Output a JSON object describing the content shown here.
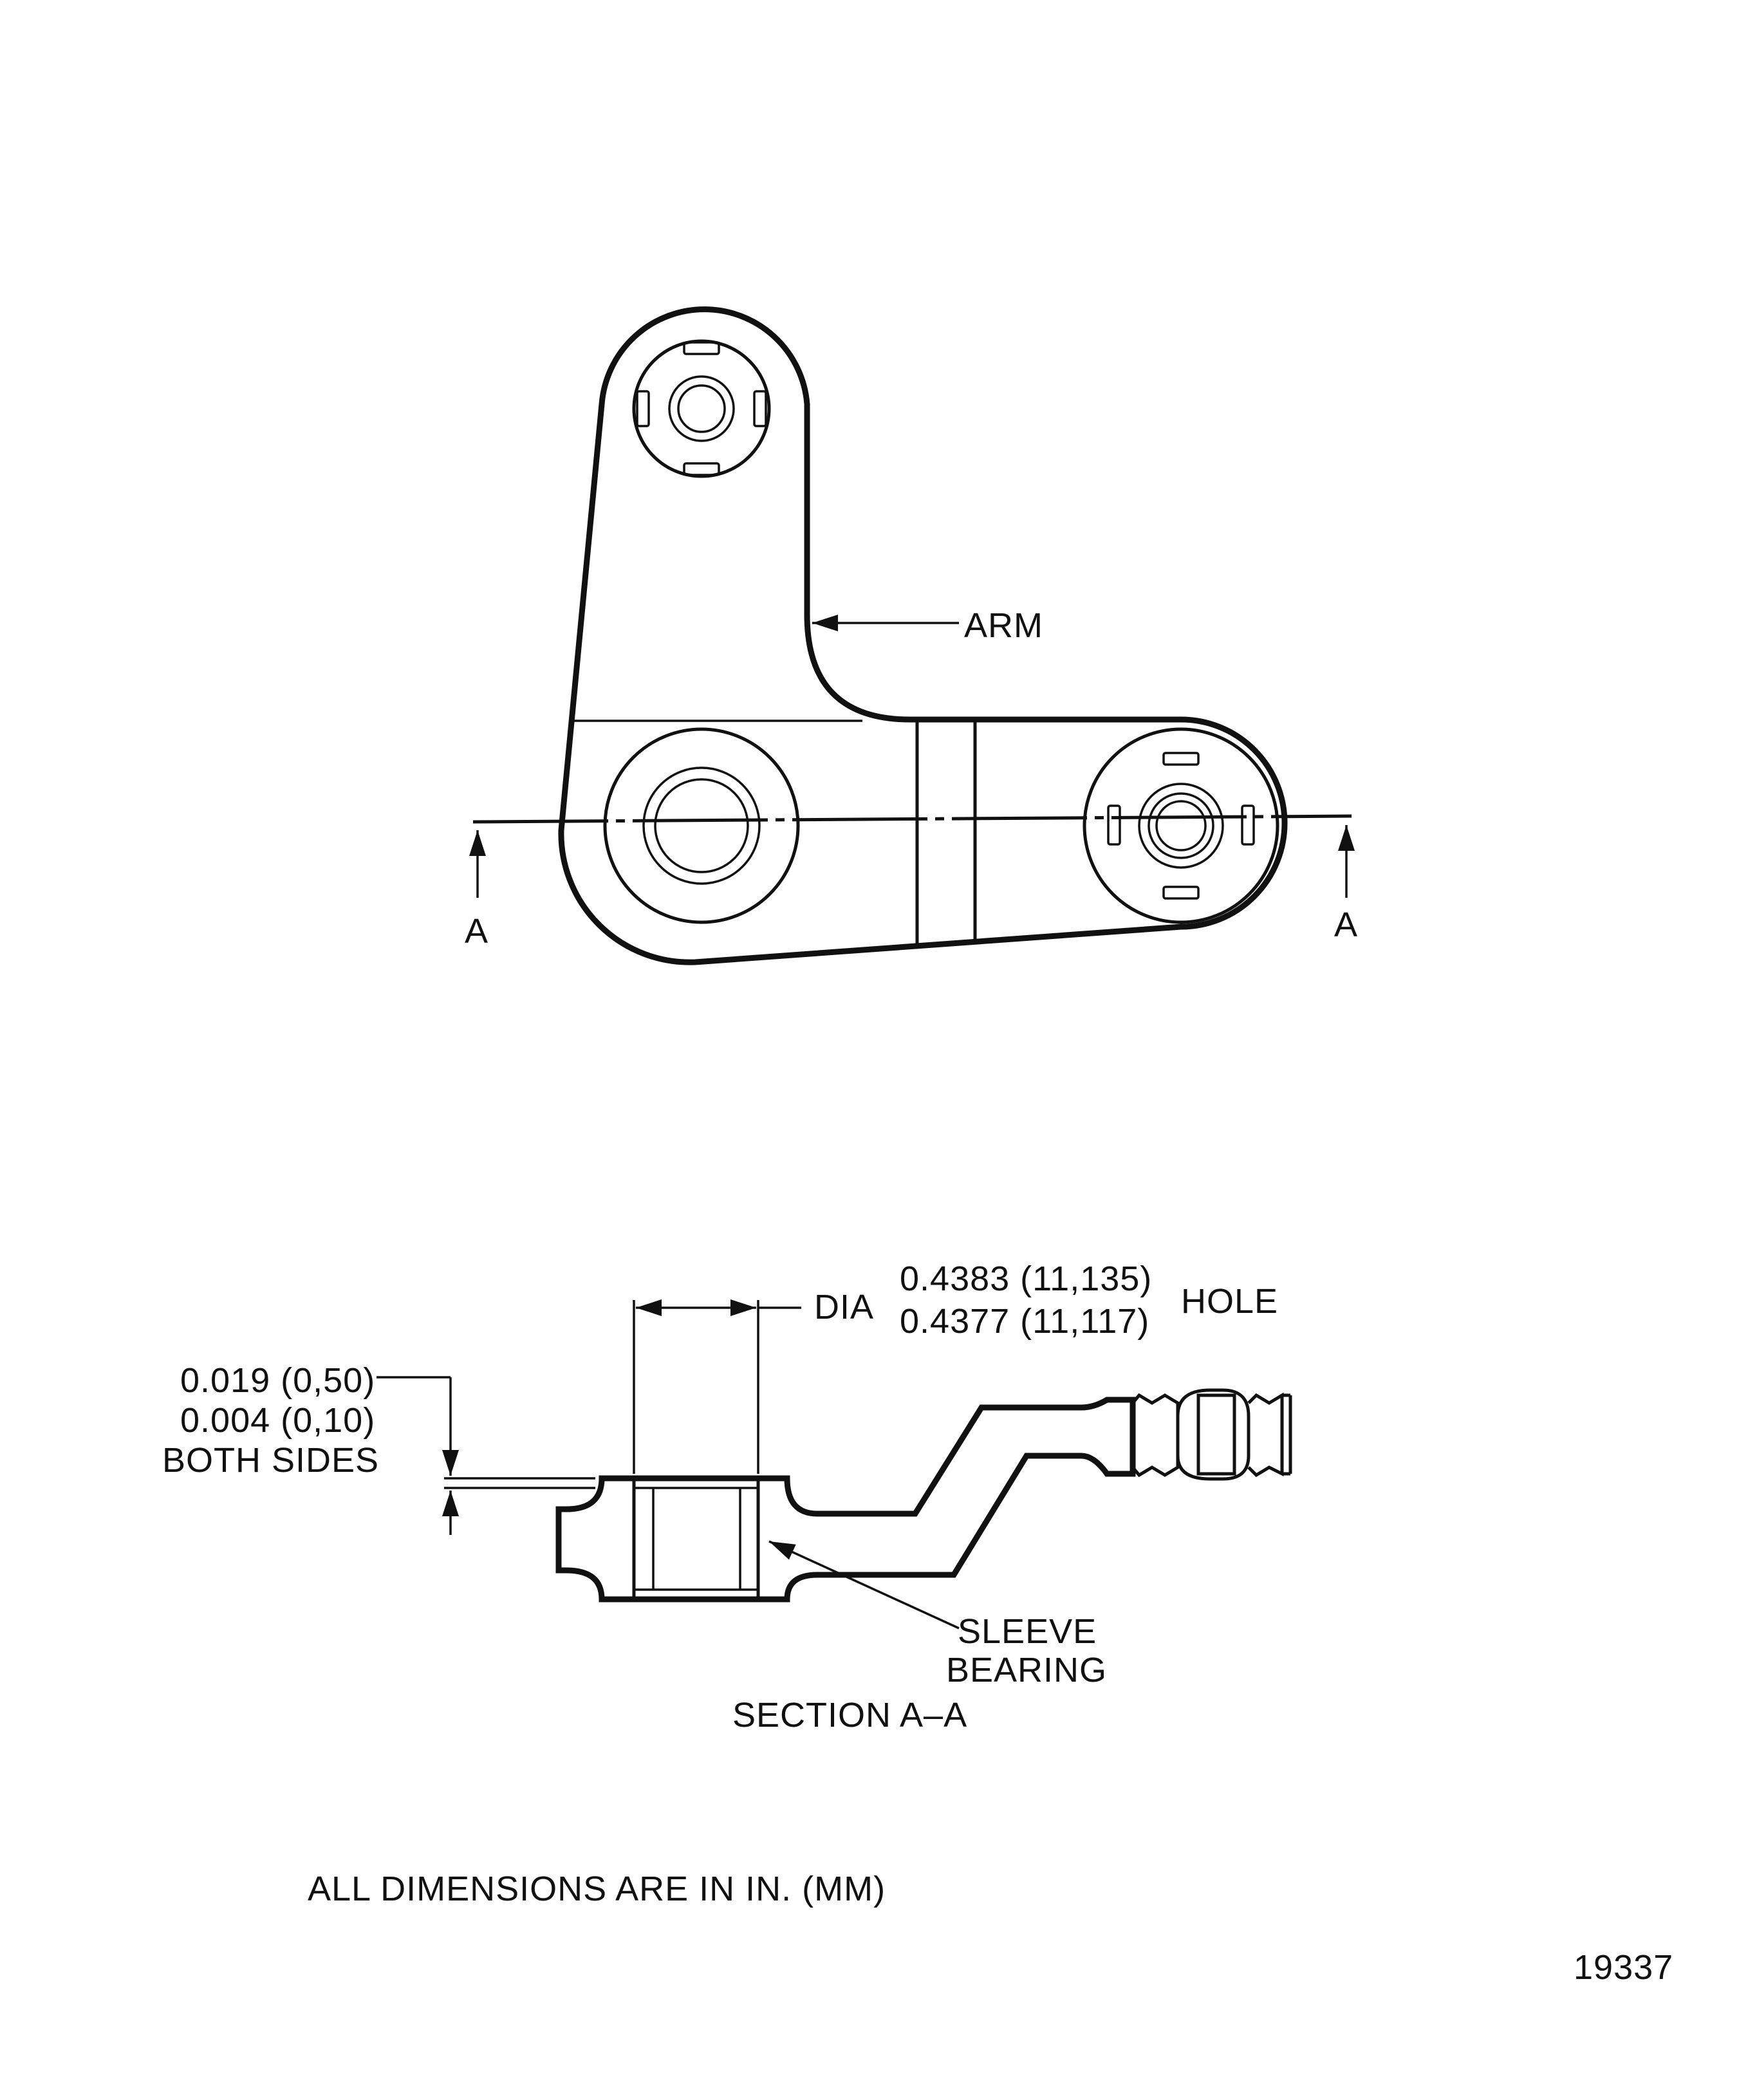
{
  "labels": {
    "arm": "ARM",
    "section_mark_left": "A",
    "section_mark_right": "A",
    "dia": "DIA",
    "dia_max": "0.4383 (11,135)",
    "dia_min": "0.4377 (11,117)",
    "hole": "HOLE",
    "tol_max": "0.019 (0,50)",
    "tol_min": "0.004 (0,10)",
    "both_sides": "BOTH  SIDES",
    "sleeve": "SLEEVE",
    "bearing": "BEARING",
    "section_title": "SECTION  A–A",
    "units_note": "ALL  DIMENSIONS  ARE  IN  IN. (MM)",
    "figure_number": "19337"
  }
}
